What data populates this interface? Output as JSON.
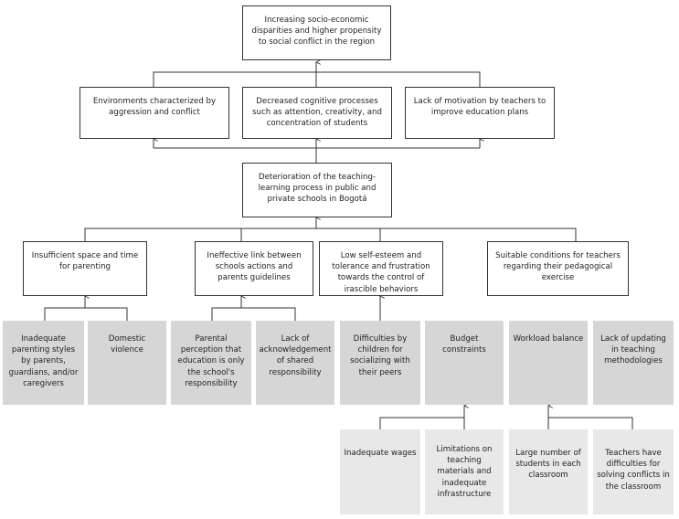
{
  "top": "Increasing socio-economic disparities and higher propensity to social conflict in the region",
  "effects": [
    "Environments characterized by aggression and conflict",
    "Decreased cognitive processes such as attention, creativity, and concentration of students",
    "Lack of motivation by teachers to improve education plans"
  ],
  "core": "Deterioration of the teaching-learning process in public and private schools in Bogotá",
  "causes": [
    "Insufficient space and time for parenting",
    "Ineffective link between schools actions and parents guidelines",
    "Low self-esteem and tolerance and frustration towards the control of irascible behaviors",
    "Suitable conditions for teachers regarding their pedagogical exercise"
  ],
  "subcauses": [
    "Inadequate parenting styles by parents, guardians, and/or caregivers",
    "Domestic violence",
    "Parental perception that education is only the school's responsibility",
    "Lack of acknowledgement of shared responsibility",
    "Difficulties by children for socializing with their peers",
    "Budget constraints",
    "Workload balance",
    "Lack of updating in teaching methodologies"
  ],
  "root_causes": [
    "Inadequate wages",
    "Limitations on teaching materials and inadequate infrastructure",
    "Large number of students in each classroom",
    "Teachers have difficulties for solving conflicts in the classroom"
  ]
}
